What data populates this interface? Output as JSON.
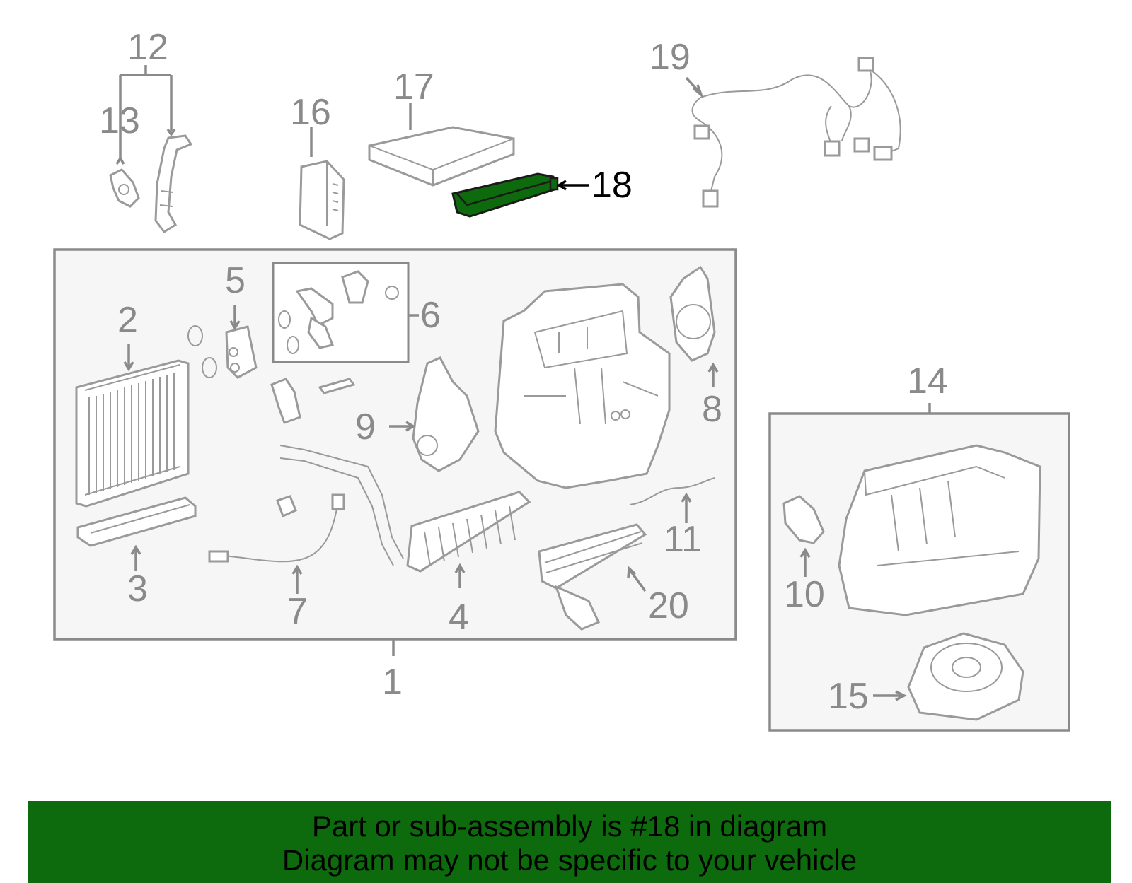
{
  "callouts": {
    "c1": "1",
    "c2": "2",
    "c3": "3",
    "c4": "4",
    "c5": "5",
    "c6": "6",
    "c7": "7",
    "c8": "8",
    "c9": "9",
    "c10": "10",
    "c11": "11",
    "c12": "12",
    "c13": "13",
    "c14": "14",
    "c15": "15",
    "c16": "16",
    "c17": "17",
    "c18": "18",
    "c19": "19",
    "c20": "20"
  },
  "highlight": {
    "part": "18",
    "color": "#0d6b0d"
  },
  "banner": {
    "line1": "Part or sub-assembly is #18 in diagram",
    "line2": "Diagram may not be specific to your vehicle",
    "color": "#0d6b0d"
  }
}
